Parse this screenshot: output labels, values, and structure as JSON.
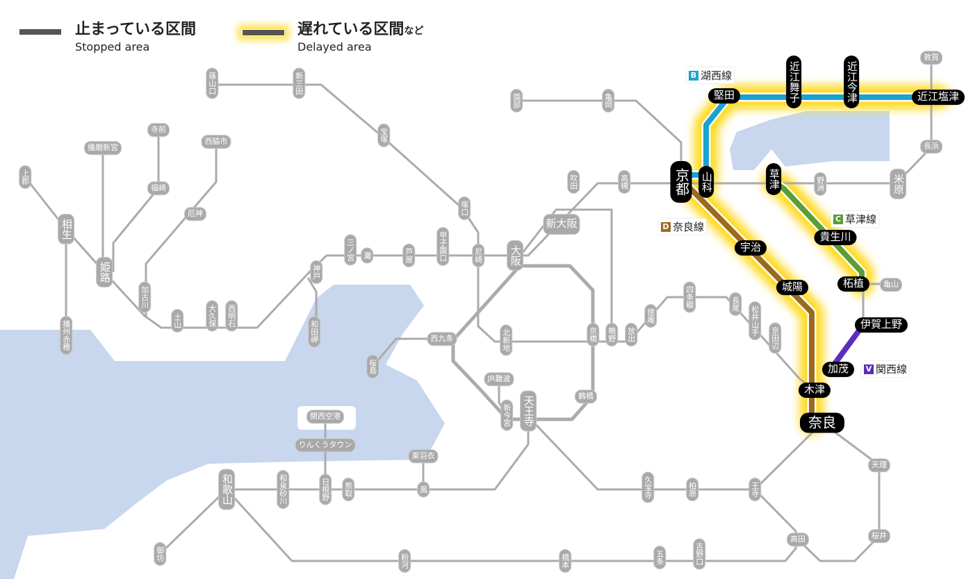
{
  "legend": {
    "stopped_jp": "止まっている区間",
    "stopped_en": "Stopped area",
    "delayed_jp": "遅れている区間",
    "delayed_suffix": "など",
    "delayed_en": "Delayed area"
  },
  "lines": [
    {
      "code": "B",
      "name": "湖西線",
      "color": "#1aa3cf"
    },
    {
      "code": "D",
      "name": "奈良線",
      "color": "#9a6a1e"
    },
    {
      "code": "C",
      "name": "草津線",
      "color": "#5a9e36"
    },
    {
      "code": "V",
      "name": "関西線",
      "color": "#5a2dbb"
    }
  ],
  "colors": {
    "delay_glow": "#ffd400",
    "normal_line": "#ababab",
    "water": "#c8d6ee",
    "stopped": "#555555"
  },
  "gray_stations": [
    "篠山口",
    "新三田",
    "宝塚",
    "塚口",
    "尼崎",
    "甲子園口",
    "芦屋",
    "灘",
    "三ノ宮",
    "神戸",
    "和田岬",
    "西明石",
    "大久保",
    "土山",
    "加古川",
    "姫路",
    "相生",
    "上郡",
    "播州赤穂",
    "播磨新宮",
    "寺前",
    "福崎",
    "西脇市",
    "厄神",
    "大阪",
    "新大阪",
    "吹田",
    "高槻",
    "亀岡",
    "園部",
    "西九条",
    "桜島",
    "北新地",
    "京橋",
    "鴫野",
    "放出",
    "JR難波",
    "新今宮",
    "天王寺",
    "鶴橋",
    "徳庵",
    "四条畷",
    "長尾",
    "松井山手",
    "京田辺",
    "久宝寺",
    "柏原",
    "王寺",
    "関西空港",
    "りんくうタウン",
    "東羽衣",
    "鳳",
    "熊取",
    "日根野",
    "和泉砂川",
    "和歌山",
    "御坊",
    "粉河",
    "橋本",
    "五条",
    "吉野口",
    "高田",
    "桜井",
    "天理",
    "亀山",
    "長浜",
    "米原",
    "野洲",
    "敦賀"
  ],
  "delayed_stations": [
    "京都",
    "山科",
    "堅田",
    "近江舞子",
    "近江今津",
    "近江塩津",
    "草津",
    "貴生川",
    "柘植",
    "伊賀上野",
    "加茂",
    "木津",
    "奈良",
    "宇治",
    "城陽"
  ]
}
